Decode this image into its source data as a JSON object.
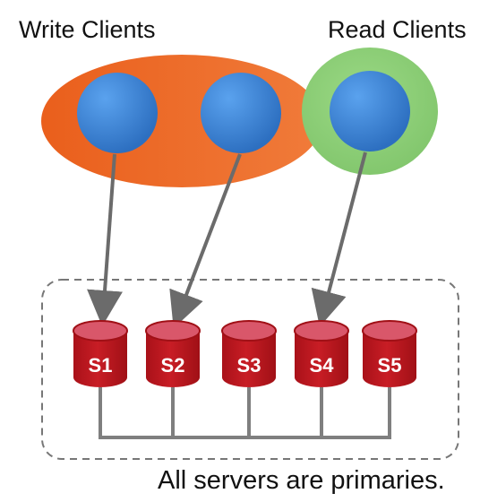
{
  "labels": {
    "write_clients": "Write Clients",
    "read_clients": "Read Clients",
    "footer": "All servers are primaries."
  },
  "servers": [
    {
      "name": "S1"
    },
    {
      "name": "S2"
    },
    {
      "name": "S3"
    },
    {
      "name": "S4"
    },
    {
      "name": "S5"
    }
  ],
  "colors": {
    "write_group": "#ee6a2a",
    "read_group": "#8fce79",
    "client_node": "#3b80d4",
    "server": "#b5161d",
    "server_top": "#d9576a",
    "arrow": "#6b6b6b",
    "bus": "#7f7f7f",
    "container_border": "#777777"
  },
  "icons": {
    "client": "client-node-icon",
    "server": "database-cylinder-icon"
  }
}
